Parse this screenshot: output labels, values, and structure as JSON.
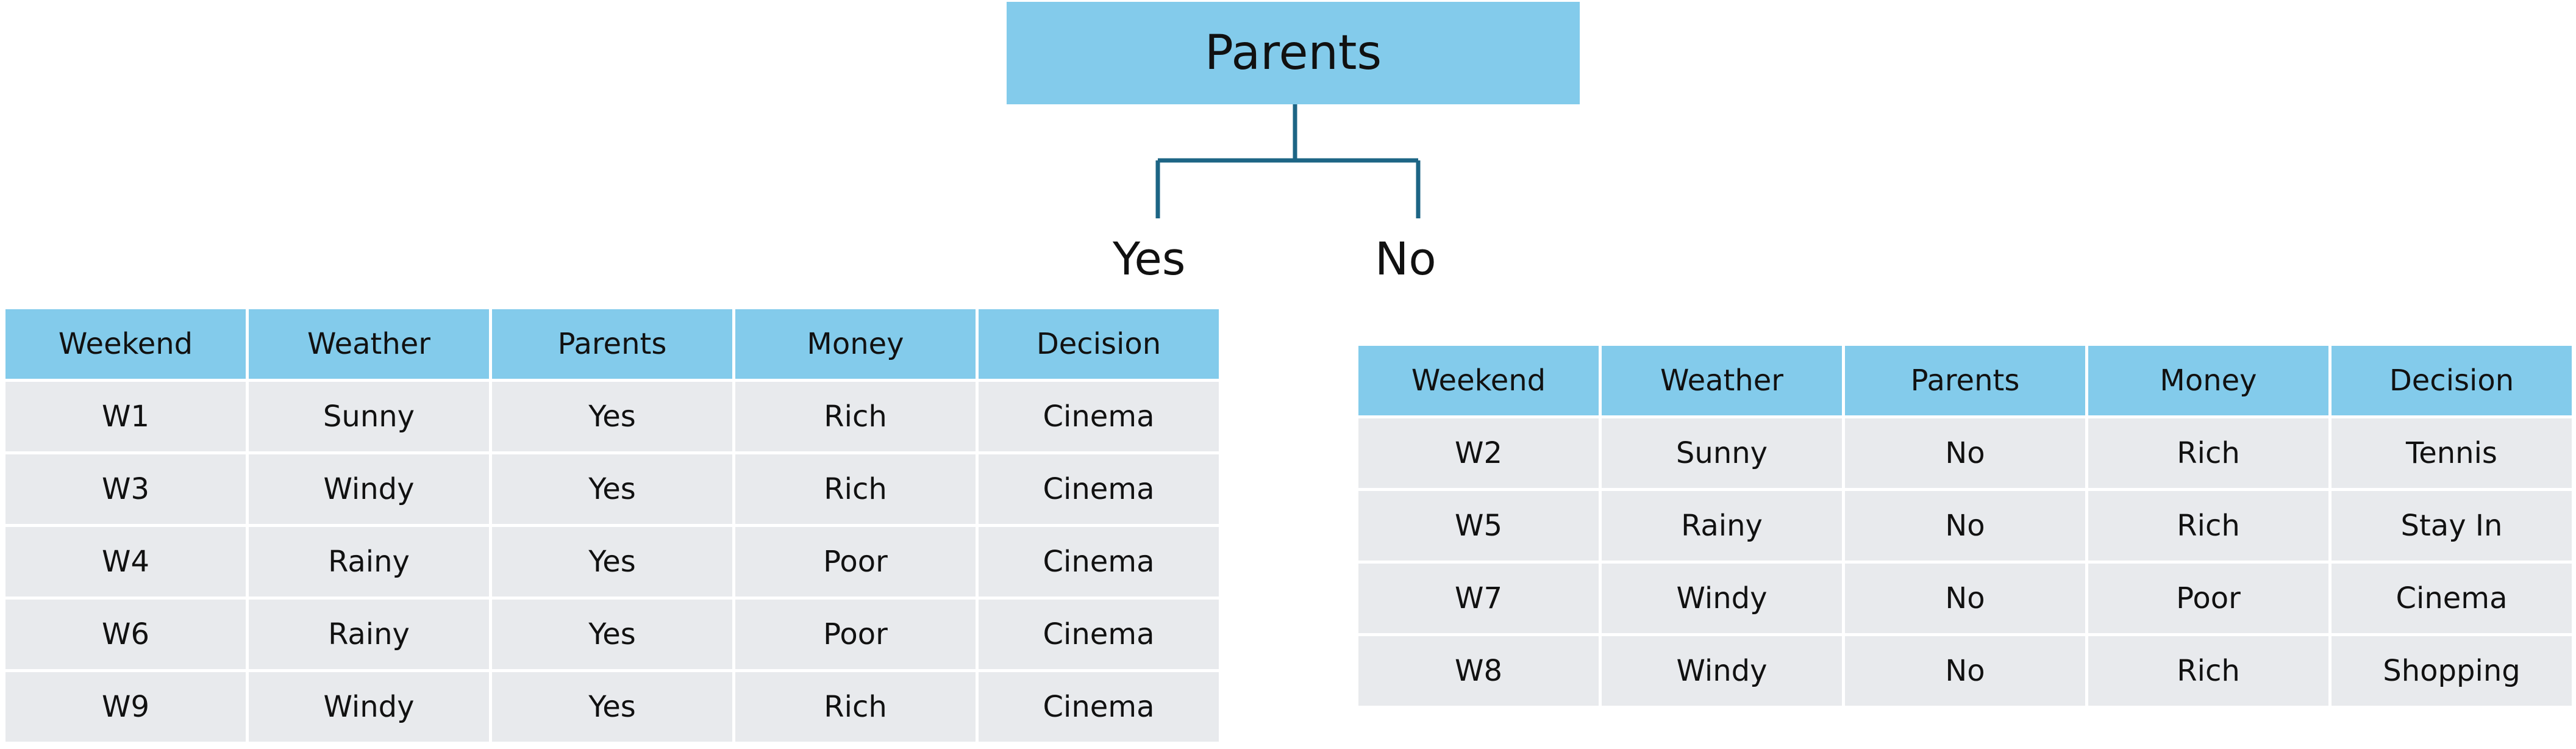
{
  "tree": {
    "root_label": "Parents",
    "branches": [
      {
        "label": "Yes"
      },
      {
        "label": "No"
      }
    ]
  },
  "columns": [
    "Weekend",
    "Weather",
    "Parents",
    "Money",
    "Decision"
  ],
  "left_table": {
    "rows": [
      [
        "W1",
        "Sunny",
        "Yes",
        "Rich",
        "Cinema"
      ],
      [
        "W3",
        "Windy",
        "Yes",
        "Rich",
        "Cinema"
      ],
      [
        "W4",
        "Rainy",
        "Yes",
        "Poor",
        "Cinema"
      ],
      [
        "W6",
        "Rainy",
        "Yes",
        "Poor",
        "Cinema"
      ],
      [
        "W9",
        "Windy",
        "Yes",
        "Rich",
        "Cinema"
      ]
    ]
  },
  "right_table": {
    "rows": [
      [
        "W2",
        "Sunny",
        "No",
        "Rich",
        "Tennis"
      ],
      [
        "W5",
        "Rainy",
        "No",
        "Rich",
        "Stay In"
      ],
      [
        "W7",
        "Windy",
        "No",
        "Poor",
        "Cinema"
      ],
      [
        "W8",
        "Windy",
        "No",
        "Rich",
        "Shopping"
      ]
    ]
  },
  "colors": {
    "node_fill": "#83cbeb",
    "connector": "#1d6585",
    "cell_fill": "#e8eaed"
  }
}
